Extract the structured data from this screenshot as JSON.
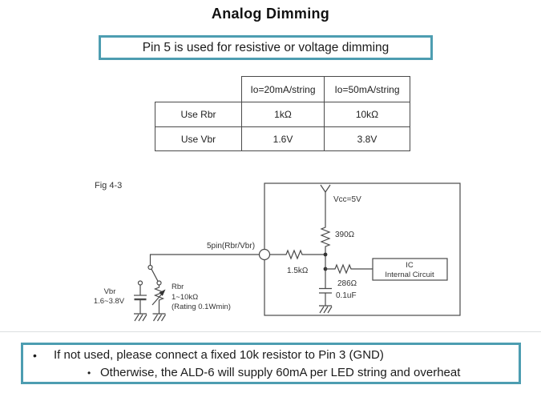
{
  "title": "Analog Dimming",
  "subtitle_box": {
    "text": "Pin 5 is used for resistive or voltage dimming"
  },
  "table": {
    "col_headers": [
      "Io=20mA/string",
      "Io=50mA/string"
    ],
    "rows": [
      {
        "label": "Use Rbr",
        "values": [
          "1kΩ",
          "10kΩ"
        ]
      },
      {
        "label": "Use Vbr",
        "values": [
          "1.6V",
          "3.8V"
        ]
      }
    ]
  },
  "figure": {
    "caption": "Fig 4-3",
    "labels": {
      "vcc": "Vcc=5V",
      "pullup_resistor": "390Ω",
      "pin": "5pin(Rbr/Vbr)",
      "series_resistor": "1.5kΩ",
      "internal_resistor": "286Ω",
      "capacitor": "0.1uF",
      "ic_line1": "IC",
      "ic_line2": "Internal Circuit",
      "vbr_name": "Vbr",
      "vbr_range": "1.6~3.8V",
      "rbr_name": "Rbr",
      "rbr_range": "1~10kΩ",
      "rbr_rating": "(Rating 0.1Wmin)"
    }
  },
  "notes": {
    "bullet1": "If not used, please connect a fixed 10k resistor to Pin 3 (GND)",
    "bullet2": "Otherwise, the ALD-6 will supply 60mA per LED string and overheat",
    "bullet_glyph": "•"
  },
  "colors": {
    "accent_border": "#4d9db1",
    "line": "#4a4a4a",
    "text": "#1b1b1b"
  }
}
